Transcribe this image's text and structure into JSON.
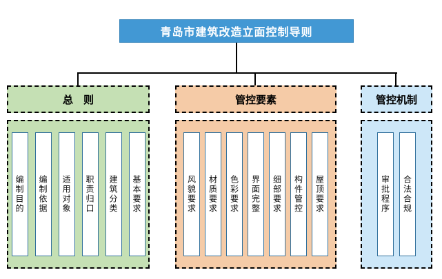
{
  "title": "青岛市建筑改造立面控制导则",
  "colors": {
    "title_bg": "#4298d4",
    "general_fill": "#c5e0b4",
    "elements_fill": "#f5cba7",
    "mechanism_fill": "#cde7f8",
    "item_border": "#31709c",
    "connector": "#000000",
    "dashed_border": "#000000"
  },
  "branches": [
    {
      "label": "总　则",
      "items": [
        "编制目的",
        "编制依据",
        "适用对象",
        "职责归口",
        "建筑分类",
        "基本要求"
      ]
    },
    {
      "label": "管控要素",
      "items": [
        "风貌要求",
        "材质要求",
        "色彩要求",
        "界面完整",
        "细部要求",
        "构件管控",
        "屋顶要求"
      ]
    },
    {
      "label": "管控机制",
      "items": [
        "审批程序",
        "合法合规"
      ]
    }
  ]
}
